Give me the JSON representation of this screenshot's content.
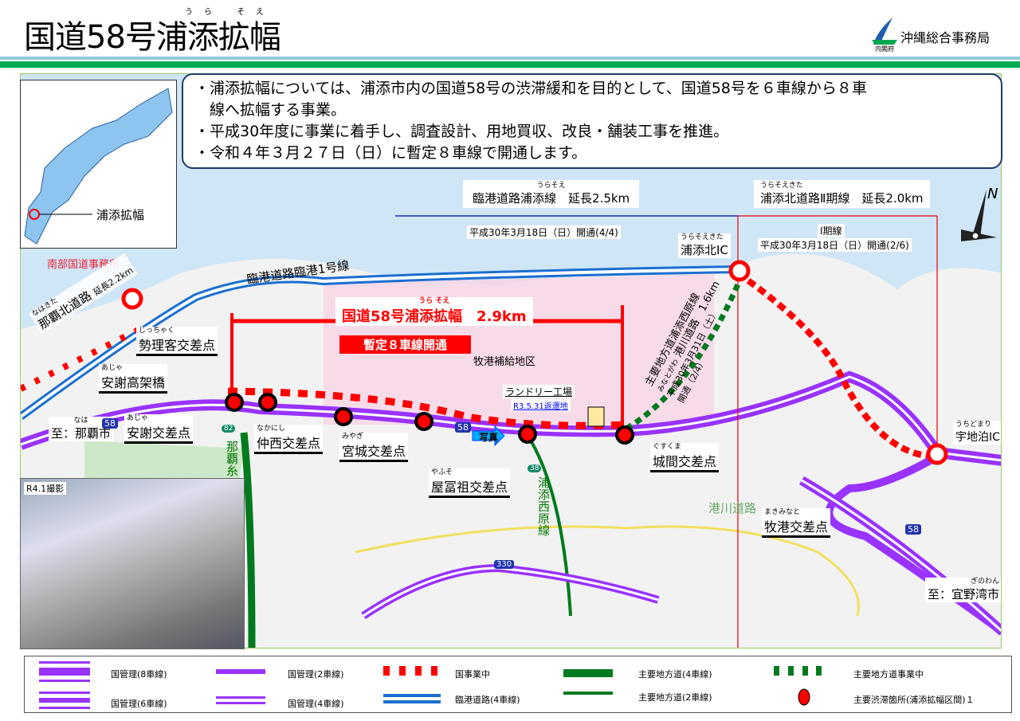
{
  "header": {
    "title": "国道58号浦添拡幅",
    "title_ruby": "うら そえ",
    "agency": "沖縄総合事務局",
    "agency_sub": "内閣府"
  },
  "description": [
    "・浦添拡幅については、浦添市内の国道58号の渋滞緩和を目的として、国道58号を６車線から８車",
    "　線へ拡幅する事業。",
    "・平成30年度に事業に着手し、調査設計、用地買収、改良・舗装工事を推進。",
    "・令和４年３月２７日（日）に暫定８車線で開通します。"
  ],
  "inset": {
    "label": "浦添拡幅"
  },
  "map": {
    "nanbu_office": "南部国道事務所",
    "rinko1": "臨港道路臨港1号線",
    "urasoe_line": {
      "ruby": "うらそえ",
      "name": "臨港道路浦添線　延長2.5km",
      "open": "平成30年3月18日（日）開通(4/4)"
    },
    "urasoe_kita": {
      "ruby": "うらそえきた",
      "name": "浦添北道路Ⅱ期線　延長2.0km",
      "phase1": "Ⅰ期線",
      "open": "平成30年3月18日（日）開通(2/6)"
    },
    "urasoe_kita_ic": {
      "ruby": "うらそえきた",
      "name": "浦添北IC"
    },
    "naha_kita": {
      "ruby": "なはきた",
      "name": "那覇北道路",
      "length": "延長2.2km"
    },
    "project": {
      "ruby": "うら そえ",
      "name": "国道58号浦添拡幅　2.9km",
      "badge": "暫定８車線開通"
    },
    "supply_area": "牧港補給地区",
    "laundry": "ランドリー工場",
    "returned": "R3.5.31返還地",
    "minatogawa": {
      "line1": "主要地方道浦添西原線",
      "ruby": "みなとがわ",
      "line2": "港川道路　1.6km",
      "line3": "平成30年3月31日（土）",
      "line4": "開通（2/4）"
    },
    "minatogawa_road": "港川道路",
    "urasoe_nishihara": "浦添西原線",
    "naha_road": "那覇糸",
    "intersections": [
      {
        "ruby": "じっちゃく",
        "name": "勢理客交差点"
      },
      {
        "ruby": "あじゃ",
        "name": "安謝高架橋"
      },
      {
        "ruby": "あじゃ",
        "name": "安謝交差点"
      },
      {
        "ruby": "なかにし",
        "name": "仲西交差点"
      },
      {
        "ruby": "みやぎ",
        "name": "宮城交差点"
      },
      {
        "ruby": "やふそ",
        "name": "屋冨祖交差点"
      },
      {
        "ruby": "ぐすくま",
        "name": "城間交差点"
      },
      {
        "ruby": "まきみなと",
        "name": "牧港交差点"
      },
      {
        "ruby": "うちどまり",
        "name": "宇地泊IC"
      }
    ],
    "to_naha": {
      "ruby": "なは",
      "name": "至：那覇市"
    },
    "to_ginowan": {
      "ruby": "ぎのわん",
      "name": "至：宜野湾市"
    },
    "photo_arrow": "写真",
    "route_shields": [
      "58",
      "58",
      "58",
      "82",
      "38",
      "330"
    ],
    "compass": "N"
  },
  "photo": {
    "label": "R4.1撮影"
  },
  "legend": [
    {
      "label": "国管理(8車線)"
    },
    {
      "label": "国管理(2車線)"
    },
    {
      "label": "国事業中"
    },
    {
      "label": "主要地方道(4車線)"
    },
    {
      "label": "主要地方道事業中"
    },
    {
      "label": "国管理(6車線)"
    },
    {
      "label": "国管理(4車線)"
    },
    {
      "label": "臨港道路(4車線)"
    },
    {
      "label": "主要地方道(2車線)"
    },
    {
      "label": "主要渋滞箇所(浦添拡幅区間)１"
    }
  ],
  "colors": {
    "national": "#9933ff",
    "project": "#ff0000",
    "prefectural": "#007a1e",
    "port_road": "#1a6fd1",
    "sea": "#cfe6f7",
    "band": "#00a850"
  }
}
